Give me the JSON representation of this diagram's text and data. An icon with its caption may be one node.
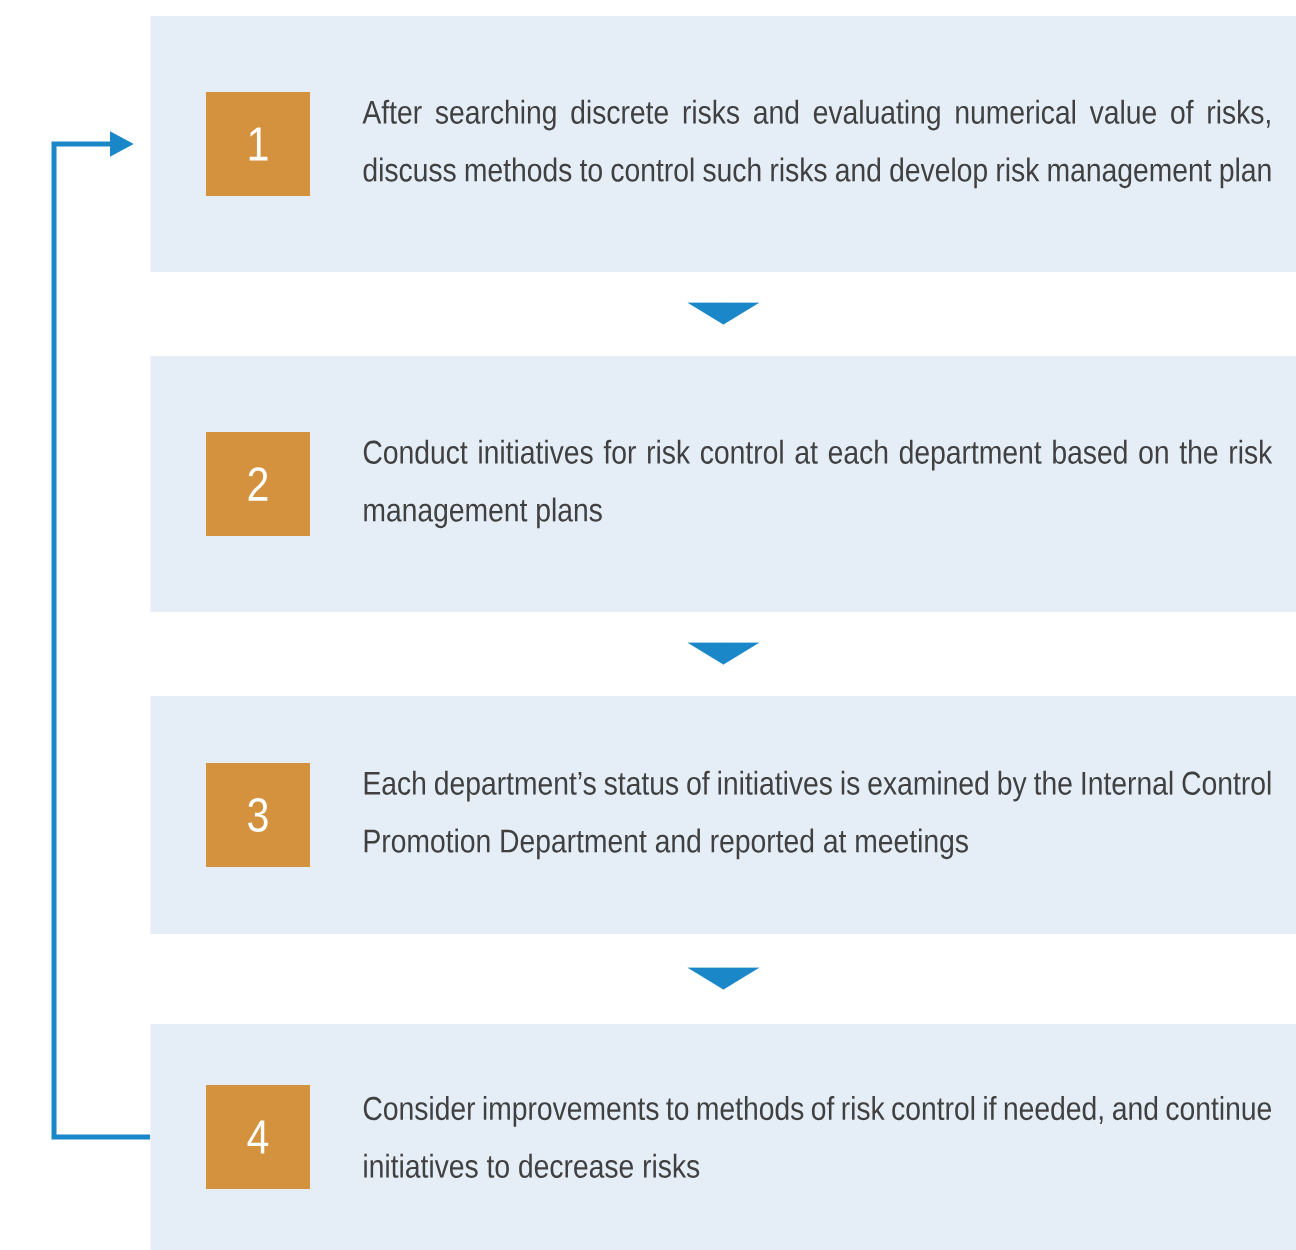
{
  "diagram": {
    "nodes": [
      {
        "text": [
          "After searching discrete risks and evaluating numerical value of risks, discuss methods to control such risks and develop risk management plan"
        ]
      },
      {
        "text": [
          "1"
        ],
        "in": 0
      },
      {
        "text": [
          "Conduct initiatives for risk control at each department based on the risk management plans"
        ]
      },
      {
        "text": [
          "2"
        ],
        "in": 2
      },
      {
        "text": [
          "Each department’s status of initiatives is examined by the Internal Control Promotion Department and reported at meetings"
        ]
      },
      {
        "text": [
          "3"
        ],
        "in": 4
      },
      {
        "text": [
          "Consider improvements to methods of risk control if needed, and continue initiatives to decrease risks"
        ]
      },
      {
        "text": [
          "4"
        ],
        "in": 6
      }
    ],
    "edges": [
      {
        "from": 0,
        "to": 2,
        "arrow": "to"
      },
      {
        "from": 2,
        "to": 4,
        "arrow": "to"
      },
      {
        "from": 4,
        "to": 6,
        "arrow": "to"
      },
      {
        "from": 6,
        "to": 0,
        "arrow": "to"
      }
    ]
  }
}
